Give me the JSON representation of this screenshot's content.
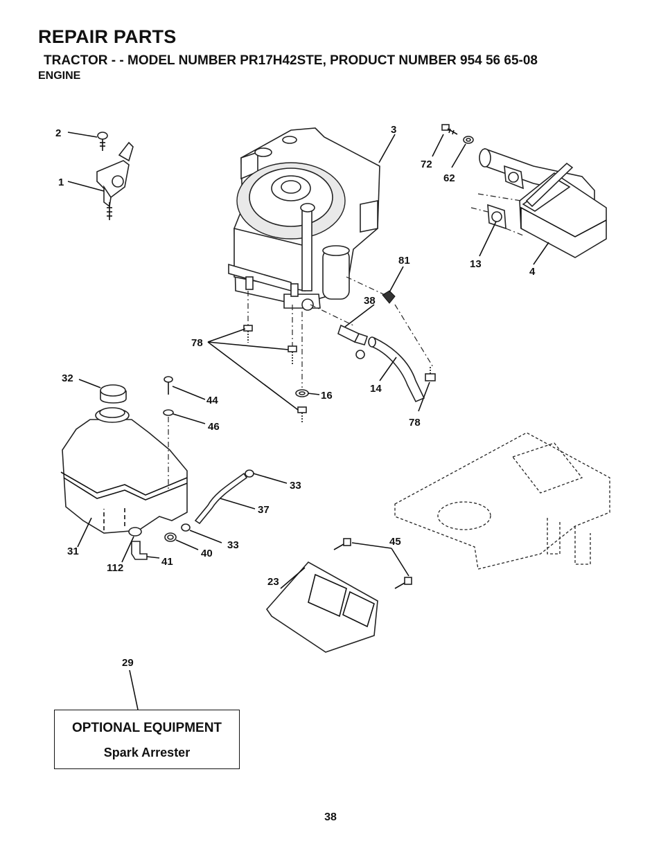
{
  "header": {
    "title": "REPAIR PARTS",
    "subtitle": "TRACTOR - - MODEL NUMBER PR17H42STE, PRODUCT NUMBER 954 56 65-08",
    "section": "ENGINE"
  },
  "callouts": {
    "c2": "2",
    "c1": "1",
    "c3": "3",
    "c72": "72",
    "c62": "62",
    "c13": "13",
    "c4": "4",
    "c81": "81",
    "c38": "38",
    "c78a": "78",
    "c16": "16",
    "c14": "14",
    "c78b": "78",
    "c32": "32",
    "c44": "44",
    "c46": "46",
    "c33a": "33",
    "c37": "37",
    "c33b": "33",
    "c40": "40",
    "c31": "31",
    "c112": "112",
    "c41": "41",
    "c45": "45",
    "c23": "23",
    "c29": "29"
  },
  "optional_equipment": {
    "title": "OPTIONAL EQUIPMENT",
    "item": "Spark Arrester"
  },
  "page_number": "38"
}
